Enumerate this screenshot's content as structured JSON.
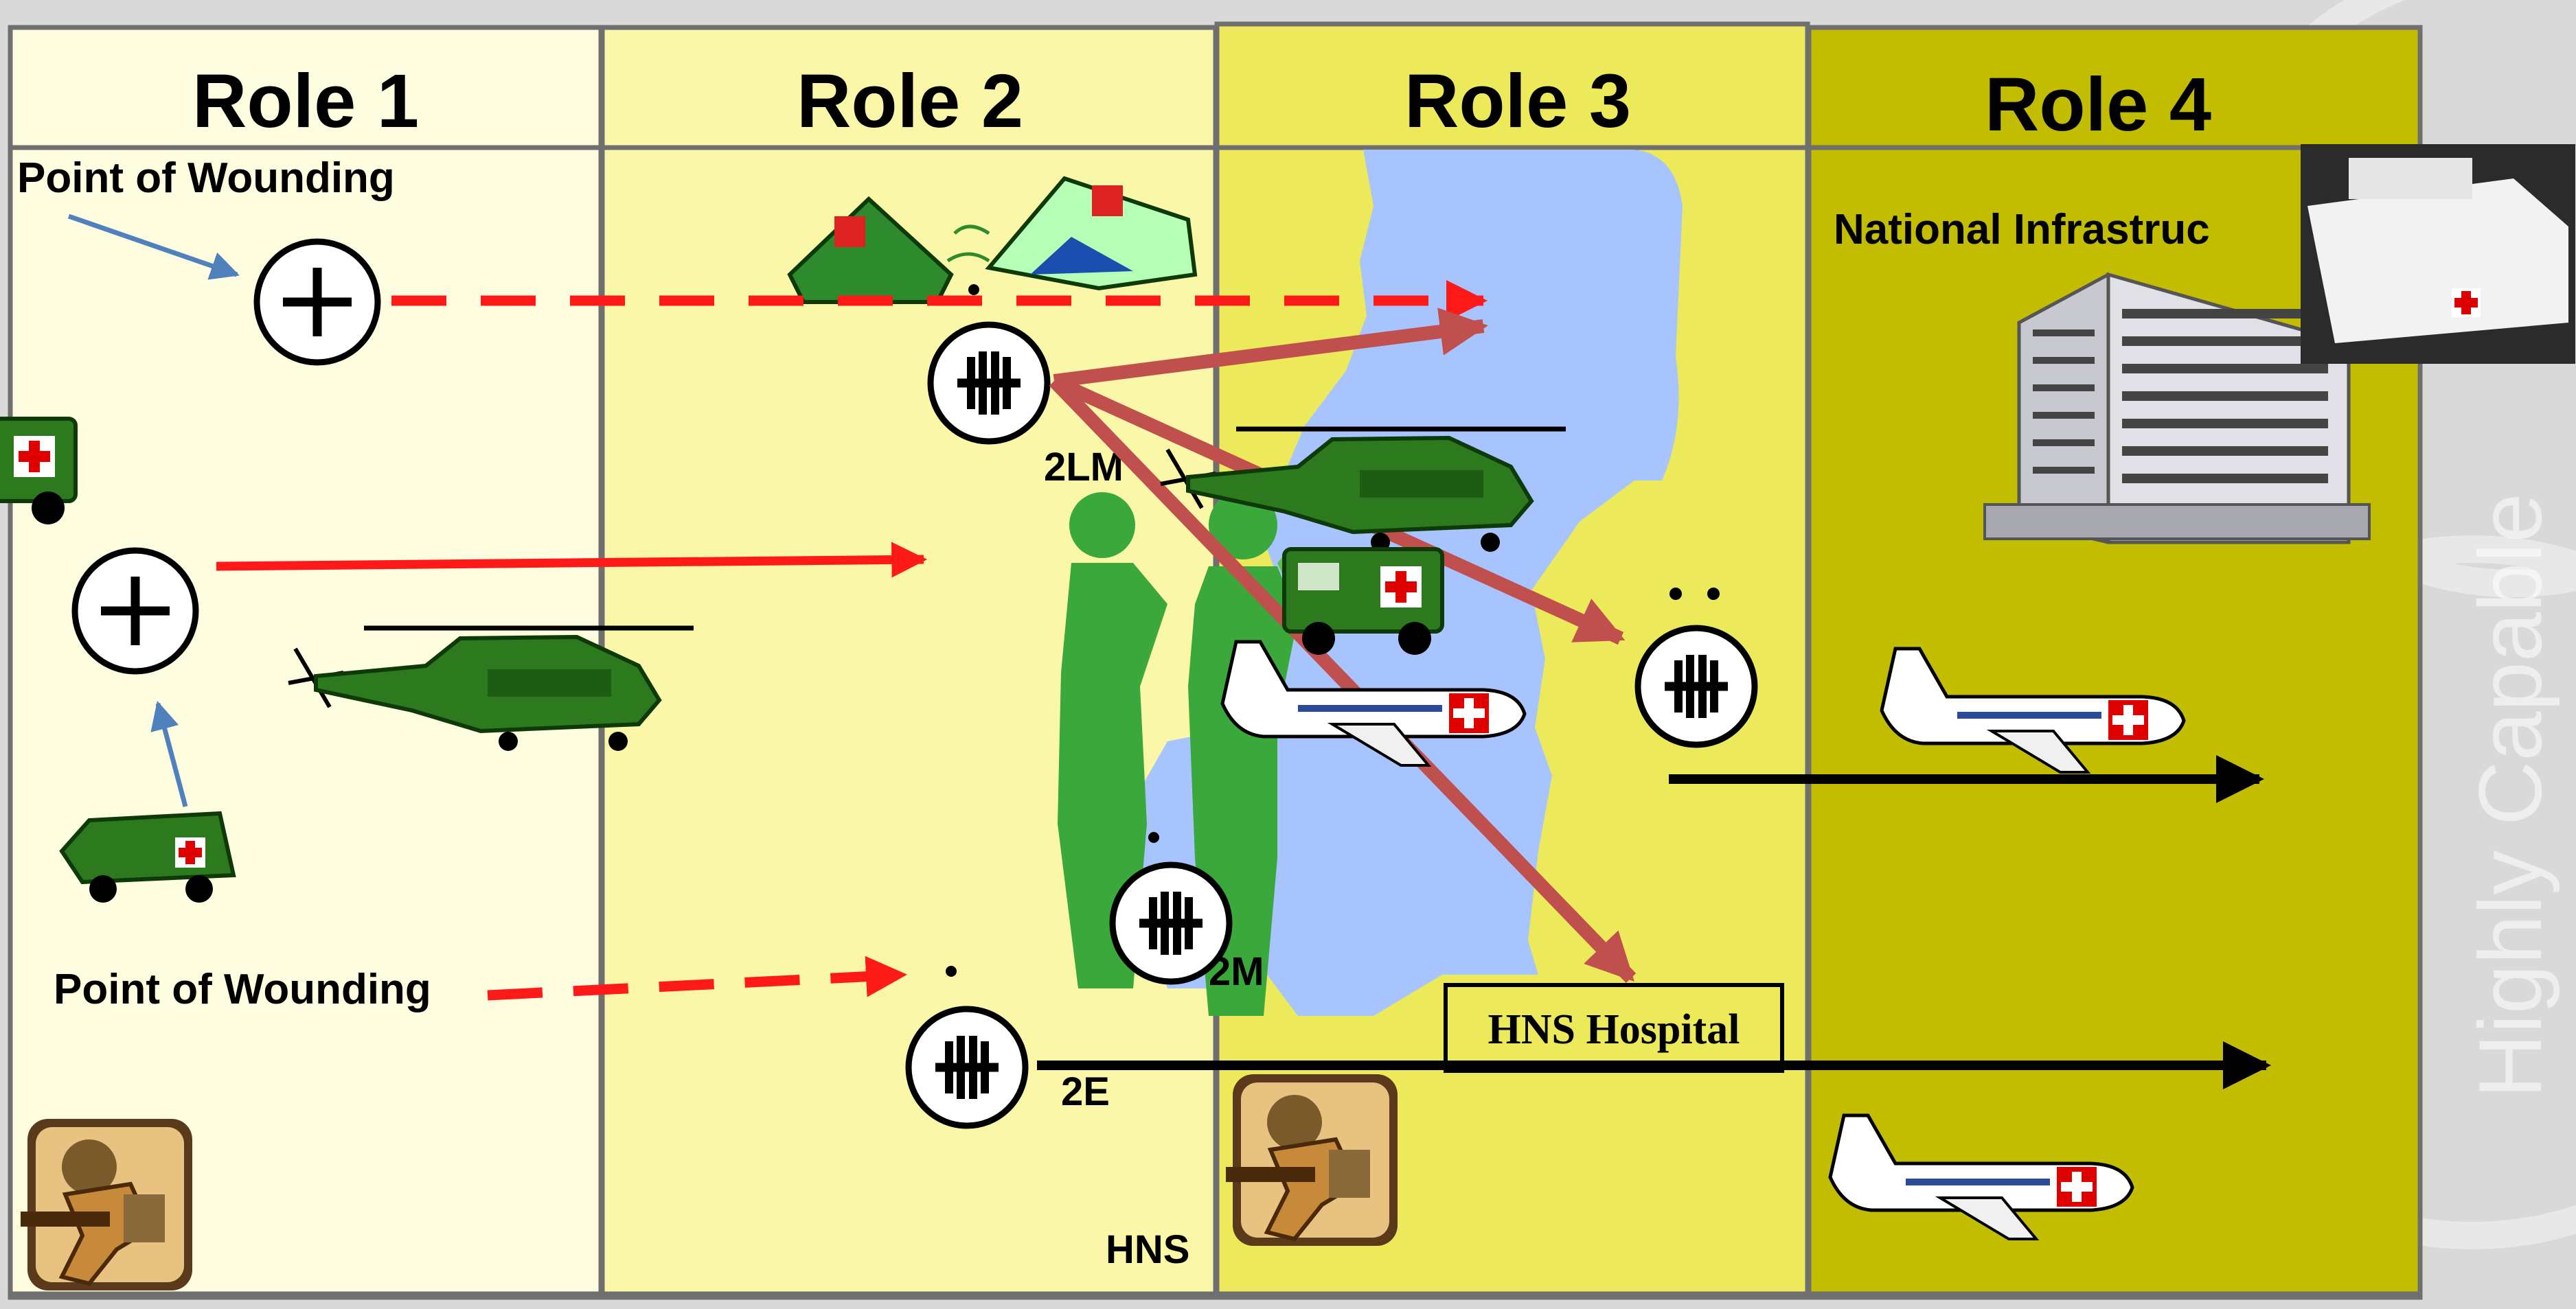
{
  "roles": [
    "Role  1",
    "Role 2",
    "Role 3",
    "Role  4"
  ],
  "colors": {
    "role1": "#fffde0",
    "role2": "#fbf7a8",
    "role3": "#ece95a",
    "role4": "#c2bd00",
    "water": "#a8c4ff",
    "red_dash": "#ff1a1a",
    "maroon_arrow": "#c0504d",
    "black_arrow": "#000000"
  },
  "labels": {
    "pow_top": "Point of Wounding",
    "pow_bottom": "Point of Wounding",
    "node_2lm": "2LM",
    "node_2m": "2M",
    "node_2e": "2E",
    "hns": "HNS",
    "hns_hospital": "HNS Hospital",
    "national_infra": "National Infrastruc",
    "watermark": "Highly Capable"
  },
  "icons": {
    "role1_marker": "medical-cross-icon",
    "role2_marker": "medical-facility-icon",
    "helicopter": "helicopter-icon",
    "ambulance": "ambulance-icon",
    "aircraft": "medevac-aircraft-icon",
    "hospital": "hospital-building-icon",
    "ship": "hospital-ship-icon",
    "tent": "field-tent-icon",
    "soldier": "soldier-icon",
    "surgeons": "surgeons-icon"
  }
}
